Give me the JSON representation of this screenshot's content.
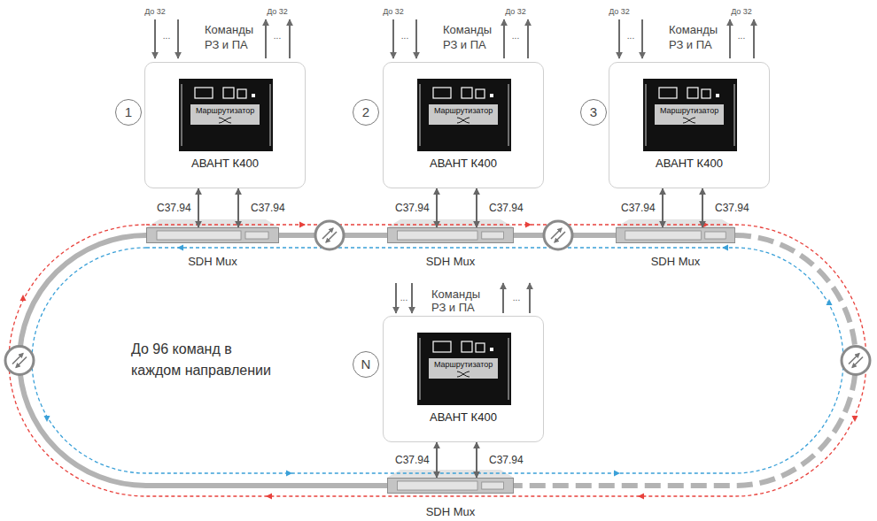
{
  "diagram": {
    "nodes": [
      {
        "text": [
          "1"
        ]
      },
      {
        "text": [
          "АВАНТ К400"
        ]
      },
      {
        "text": [
          "Маршрутизатор"
        ],
        "in": 1
      },
      {
        "text": [
          "2"
        ]
      },
      {
        "text": [
          "АВАНТ К400"
        ]
      },
      {
        "text": [
          "Маршрутизатор"
        ],
        "in": 4
      },
      {
        "text": [
          "3"
        ]
      },
      {
        "text": [
          "АВАНТ К400"
        ]
      },
      {
        "text": [
          "Маршрутизатор"
        ],
        "in": 7
      },
      {
        "text": [
          "SDH Mux"
        ]
      },
      {
        "text": [
          "SDH Mux"
        ]
      },
      {
        "text": [
          "SDH Mux"
        ]
      },
      {
        "text": [
          "N"
        ]
      },
      {
        "text": [
          "АВАНТ К400"
        ]
      },
      {
        "text": [
          "Маршрутизатор"
        ],
        "in": 13
      },
      {
        "text": [
          "SDH Mux"
        ]
      }
    ],
    "edges": [
      {
        "from": 1,
        "to": 9,
        "arrow": "both",
        "label": "C37.94"
      },
      {
        "from": 1,
        "to": 9,
        "arrow": "both",
        "label": "C37.94"
      },
      {
        "from": 4,
        "to": 10,
        "arrow": "both",
        "label": "C37.94"
      },
      {
        "from": 4,
        "to": 10,
        "arrow": "both",
        "label": "C37.94"
      },
      {
        "from": 7,
        "to": 11,
        "arrow": "both",
        "label": "C37.94"
      },
      {
        "from": 7,
        "to": 11,
        "arrow": "both",
        "label": "C37.94"
      },
      {
        "from": 13,
        "to": 15,
        "arrow": "both",
        "label": "C37.94"
      },
      {
        "from": 13,
        "to": 15,
        "arrow": "both",
        "label": "C37.94"
      },
      {
        "from": 9,
        "to": 10,
        "arrow": "none"
      },
      {
        "from": 10,
        "to": 11,
        "arrow": "none"
      },
      {
        "from": 11,
        "to": 15,
        "arrow": "none"
      },
      {
        "from": 15,
        "to": 9,
        "arrow": "none"
      }
    ],
    "labels": [
      "До 32",
      "...",
      "Команды РЗ и ПА",
      "До 32",
      "...",
      "До 32",
      "...",
      "Команды РЗ и ПА",
      "До 32",
      "...",
      "До 32",
      "...",
      "Команды РЗ и ПА",
      "До 32",
      "...",
      "...",
      "Команды РЗ и ПА",
      "...",
      "До 96 команд в каждом направлении"
    ]
  }
}
